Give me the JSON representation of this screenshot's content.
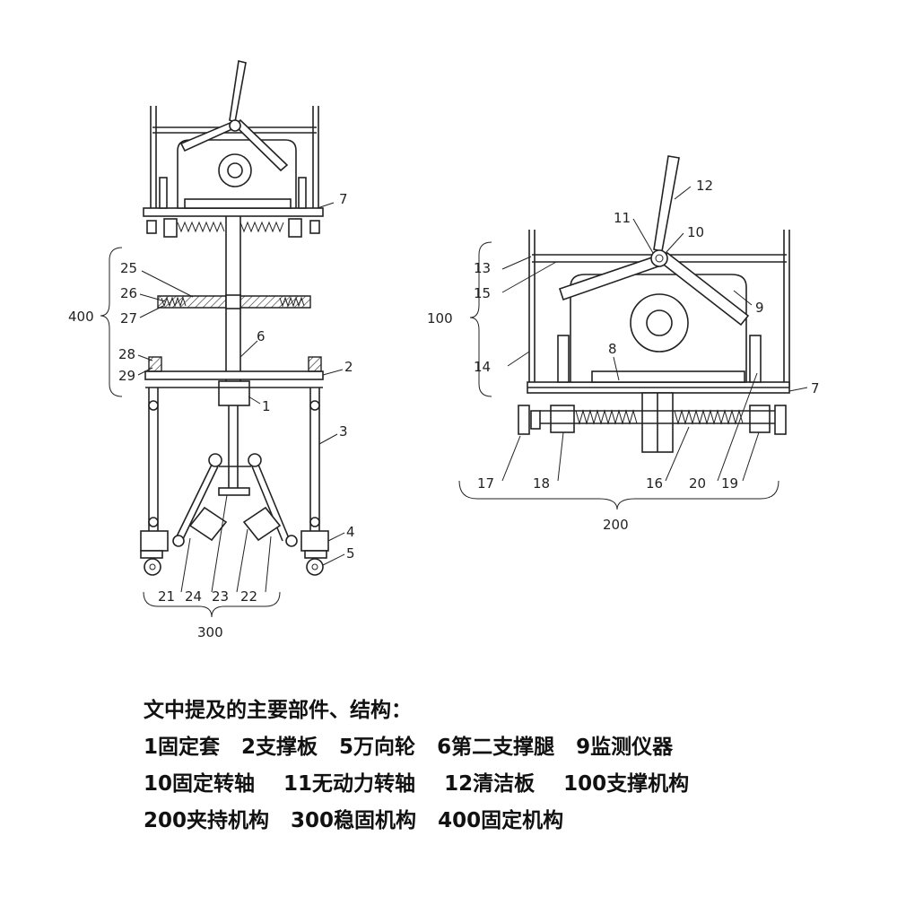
{
  "labels": {
    "l1": "1",
    "l2": "2",
    "l3": "3",
    "l4": "4",
    "l5": "5",
    "l6": "6",
    "l7": "7",
    "l8": "8",
    "l9": "9",
    "l10": "10",
    "l11": "11",
    "l12": "12",
    "l13": "13",
    "l14": "14",
    "l15": "15",
    "l16": "16",
    "l17": "17",
    "l18": "18",
    "l19": "19",
    "l20": "20",
    "l21": "21",
    "l22": "22",
    "l23": "23",
    "l24": "24",
    "l25": "25",
    "l26": "26",
    "l27": "27",
    "l28": "28",
    "l29": "29",
    "l100": "100",
    "l200": "200",
    "l300": "300",
    "l400": "400"
  },
  "legend": {
    "title": "文中提及的主要部件、结构：",
    "line1": "1固定套   2支撑板   5万向轮   6第二支撑腿   9监测仪器",
    "line2": "10固定转轴    11无动力转轴    12清洁板    100支撑机构",
    "line3": "200夹持机构   300稳固机构   400固定机构"
  }
}
